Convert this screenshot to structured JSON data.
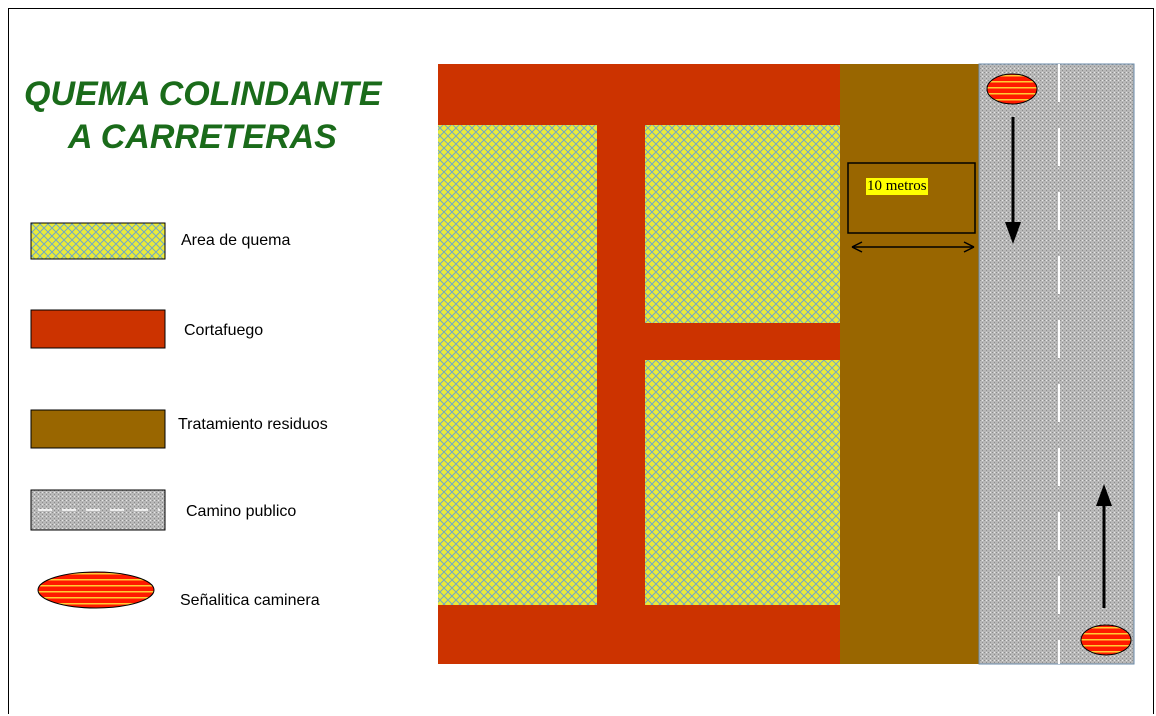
{
  "title": {
    "line1": "QUEMA COLINDANTE",
    "line2": "A CARRETERAS"
  },
  "legend": [
    {
      "key": "burn_area",
      "label": "Area de quema",
      "icon": "burn-area-swatch"
    },
    {
      "key": "firebreak",
      "label": "Cortafuego",
      "icon": "firebreak-swatch"
    },
    {
      "key": "residue",
      "label": "Tratamiento residuos",
      "icon": "residue-swatch"
    },
    {
      "key": "road",
      "label": "Camino publico",
      "icon": "road-swatch"
    },
    {
      "key": "sign",
      "label": "Señalitica caminera",
      "icon": "road-sign-icon"
    }
  ],
  "distance_label": "10 metros",
  "colors": {
    "firebreak": "#cc3300",
    "burn_area": "#eaea3a",
    "burn_hatch": "#6fa8c8",
    "residue": "#996600",
    "road": "#b8b8b8",
    "road_dots": "#8c8c8c",
    "sign": "#ff1a00",
    "sign_stripes": "#ffcc33",
    "title": "#1a6b1a",
    "label_highlight": "#ffff00"
  }
}
